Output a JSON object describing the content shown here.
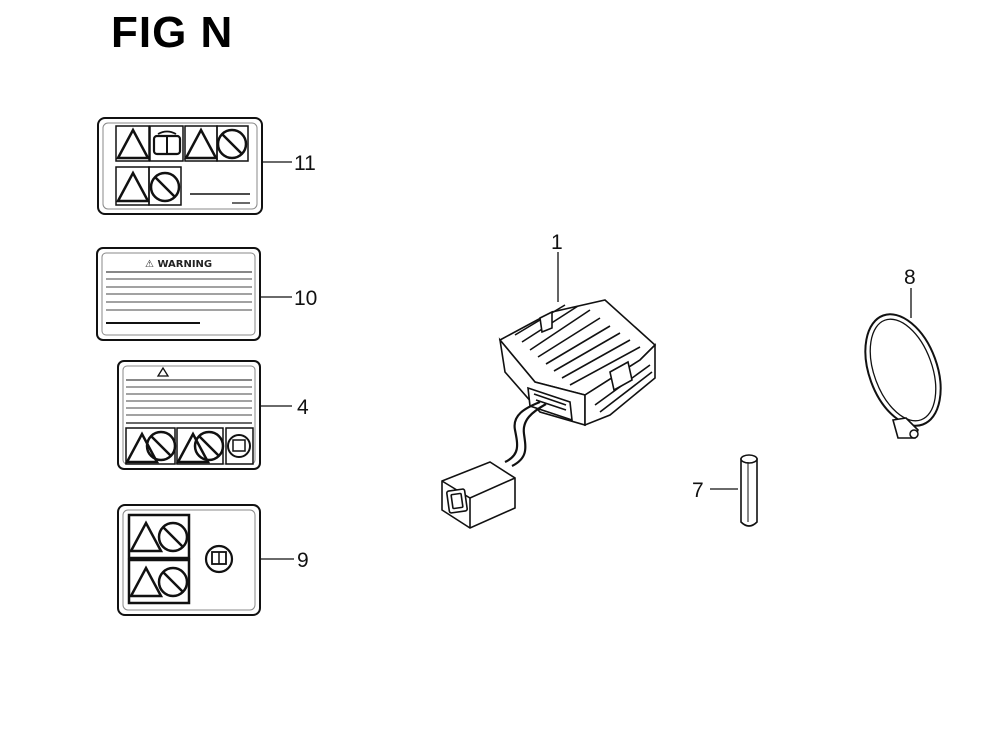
{
  "figure": {
    "title": "FIG N"
  },
  "parts": [
    {
      "ref": "11"
    },
    {
      "ref": "10"
    },
    {
      "ref": "4"
    },
    {
      "ref": "9"
    },
    {
      "ref": "1"
    },
    {
      "ref": "8"
    },
    {
      "ref": "7"
    }
  ],
  "labels": {
    "warning_header": "⚠ WARNING"
  }
}
